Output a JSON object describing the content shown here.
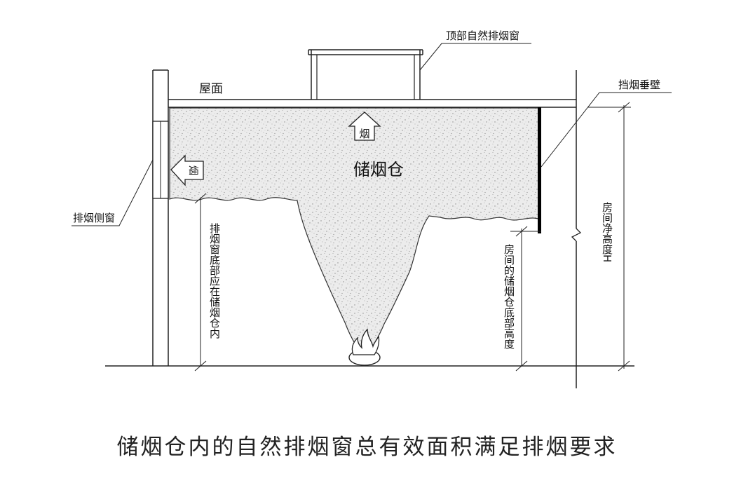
{
  "diagram": {
    "labels": {
      "top_window": "顶部自然排烟窗",
      "roof": "屋面",
      "smoke_curtain": "挡烟垂壁",
      "smoke_reservoir": "储烟仓",
      "smoke_up": "烟",
      "smoke_side": "烟",
      "side_window": "排烟侧窗",
      "window_bottom_rule": "排烟窗底部应在储烟仓内",
      "reservoir_bottom_height": "房间的储烟仓底部高度",
      "room_clear_height": "房间净高度H"
    }
  },
  "caption": "储烟仓内的自然排烟窗总有效面积满足排烟要求"
}
